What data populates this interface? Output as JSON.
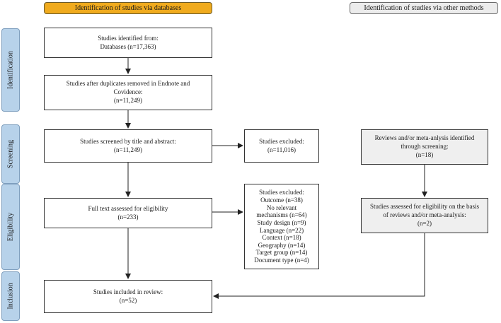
{
  "headers": {
    "databases": "Identification of studies via databases",
    "other_methods": "Identification of studies via other methods"
  },
  "stages": [
    "Identification",
    "Screening",
    "Eligibility",
    "Inclusion"
  ],
  "boxes": {
    "identified": [
      "Studies identified from:",
      "Databases (n=17,363)"
    ],
    "after_duplicates": [
      "Studies after duplicates removed in Endnote and",
      "Covidence:",
      "(n=11,249)"
    ],
    "screened": [
      "Studies screened by title and abstract:",
      "(n=11,249)"
    ],
    "excluded_screening": [
      "Studies excluded:",
      "(n=11,016)"
    ],
    "fulltext": [
      "Full text assessed for eligibility",
      "(n=233)"
    ],
    "excluded_fulltext": [
      "Studies excluded:",
      "Outcome (n=38)",
      "No relevant",
      "mechanisms (n=64)",
      "Study design (n=9)",
      "Language (n=22)",
      "Context (n=18)",
      "Geography (n=14)",
      "Target group (n=14)",
      "Document type (n=4)"
    ],
    "included": [
      "Studies included in review:",
      "(n=52)"
    ],
    "reviews_identified": [
      "Reviews and/or meta-anlysis identified",
      "through screening:",
      "(n=18)"
    ],
    "reviews_assessed": [
      "Studies assessed for eligibility on the basis",
      "of reviews and/or meta-analysis:",
      "(n=2)"
    ]
  },
  "colors": {
    "databases_header": "#f0ab1e",
    "other_header": "#ececec",
    "stage_fill": "#b7d2ea",
    "other_box_fill": "#efefef"
  }
}
